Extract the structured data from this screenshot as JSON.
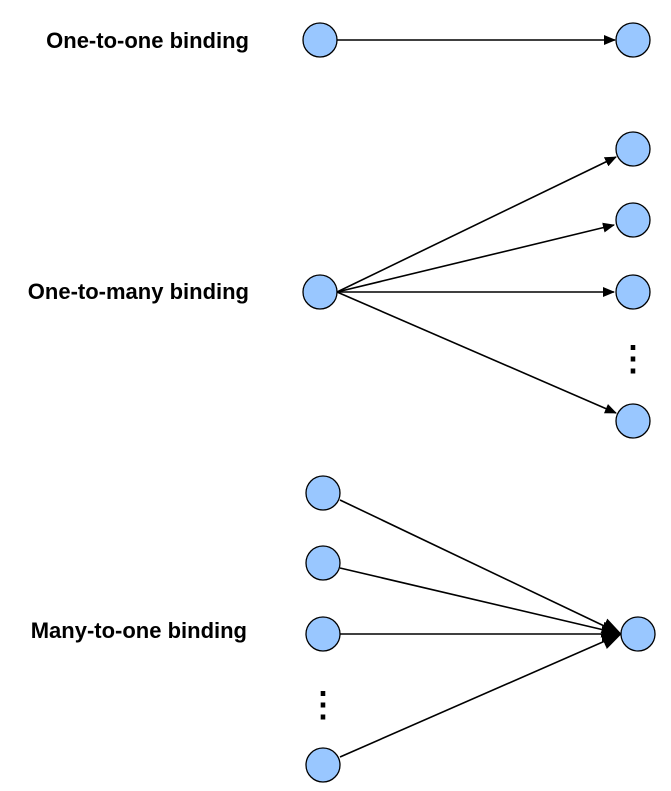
{
  "colors": {
    "node_fill": "#99c7ff",
    "node_stroke": "#000000",
    "edge": "#000000"
  },
  "groups": [
    {
      "label": "One-to-one binding",
      "kind": "one-to-one"
    },
    {
      "label": "One-to-many binding",
      "kind": "one-to-many"
    },
    {
      "label": "Many-to-one binding",
      "kind": "many-to-one"
    }
  ],
  "ellipsis_glyph": "⋮"
}
